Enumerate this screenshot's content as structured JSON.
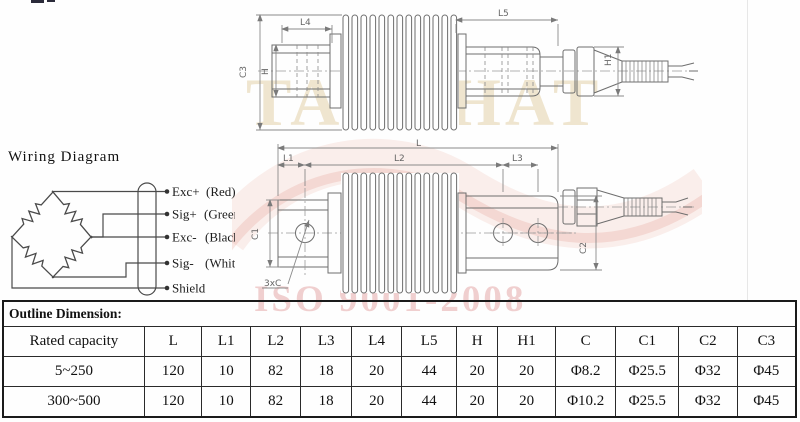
{
  "wiring": {
    "title": "Wiring Diagram",
    "leads": [
      {
        "signal": "Exc+",
        "color": "(Red)"
      },
      {
        "signal": "Sig+",
        "color": "(Green)"
      },
      {
        "signal": "Exc-",
        "color": "(Black)"
      },
      {
        "signal": "Sig-",
        "color": "(White)"
      },
      {
        "signal": "Shield",
        "color": ""
      }
    ]
  },
  "drawing": {
    "top": {
      "l4": "L4",
      "l5": "L5",
      "c3": "C3",
      "h": "H",
      "h1": "H1"
    },
    "bottom": {
      "l": "L",
      "l1": "L1",
      "l2": "L2",
      "l3": "L3",
      "c1": "C1",
      "c2": "C2",
      "holes": "3xC"
    }
  },
  "watermarks": {
    "brand_left": "TA",
    "brand_right": "HAT",
    "iso": "ISO 9001-2008"
  },
  "table": {
    "section_title": "Outline Dimension:",
    "headers": [
      "Rated capacity",
      "L",
      "L1",
      "L2",
      "L3",
      "L4",
      "L5",
      "H",
      "H1",
      "C",
      "C1",
      "C2",
      "C3"
    ],
    "rows": [
      [
        "5~250",
        "120",
        "10",
        "82",
        "18",
        "20",
        "44",
        "20",
        "20",
        "Φ8.2",
        "Φ25.5",
        "Φ32",
        "Φ45"
      ],
      [
        "300~500",
        "120",
        "10",
        "82",
        "18",
        "20",
        "44",
        "20",
        "20",
        "Φ10.2",
        "Φ25.5",
        "Φ32",
        "Φ45"
      ]
    ]
  },
  "colors": {
    "watermark_pink": "#dd9090",
    "watermark_tan": "#efe5cf",
    "drawing_line": "#6e6e6e"
  }
}
